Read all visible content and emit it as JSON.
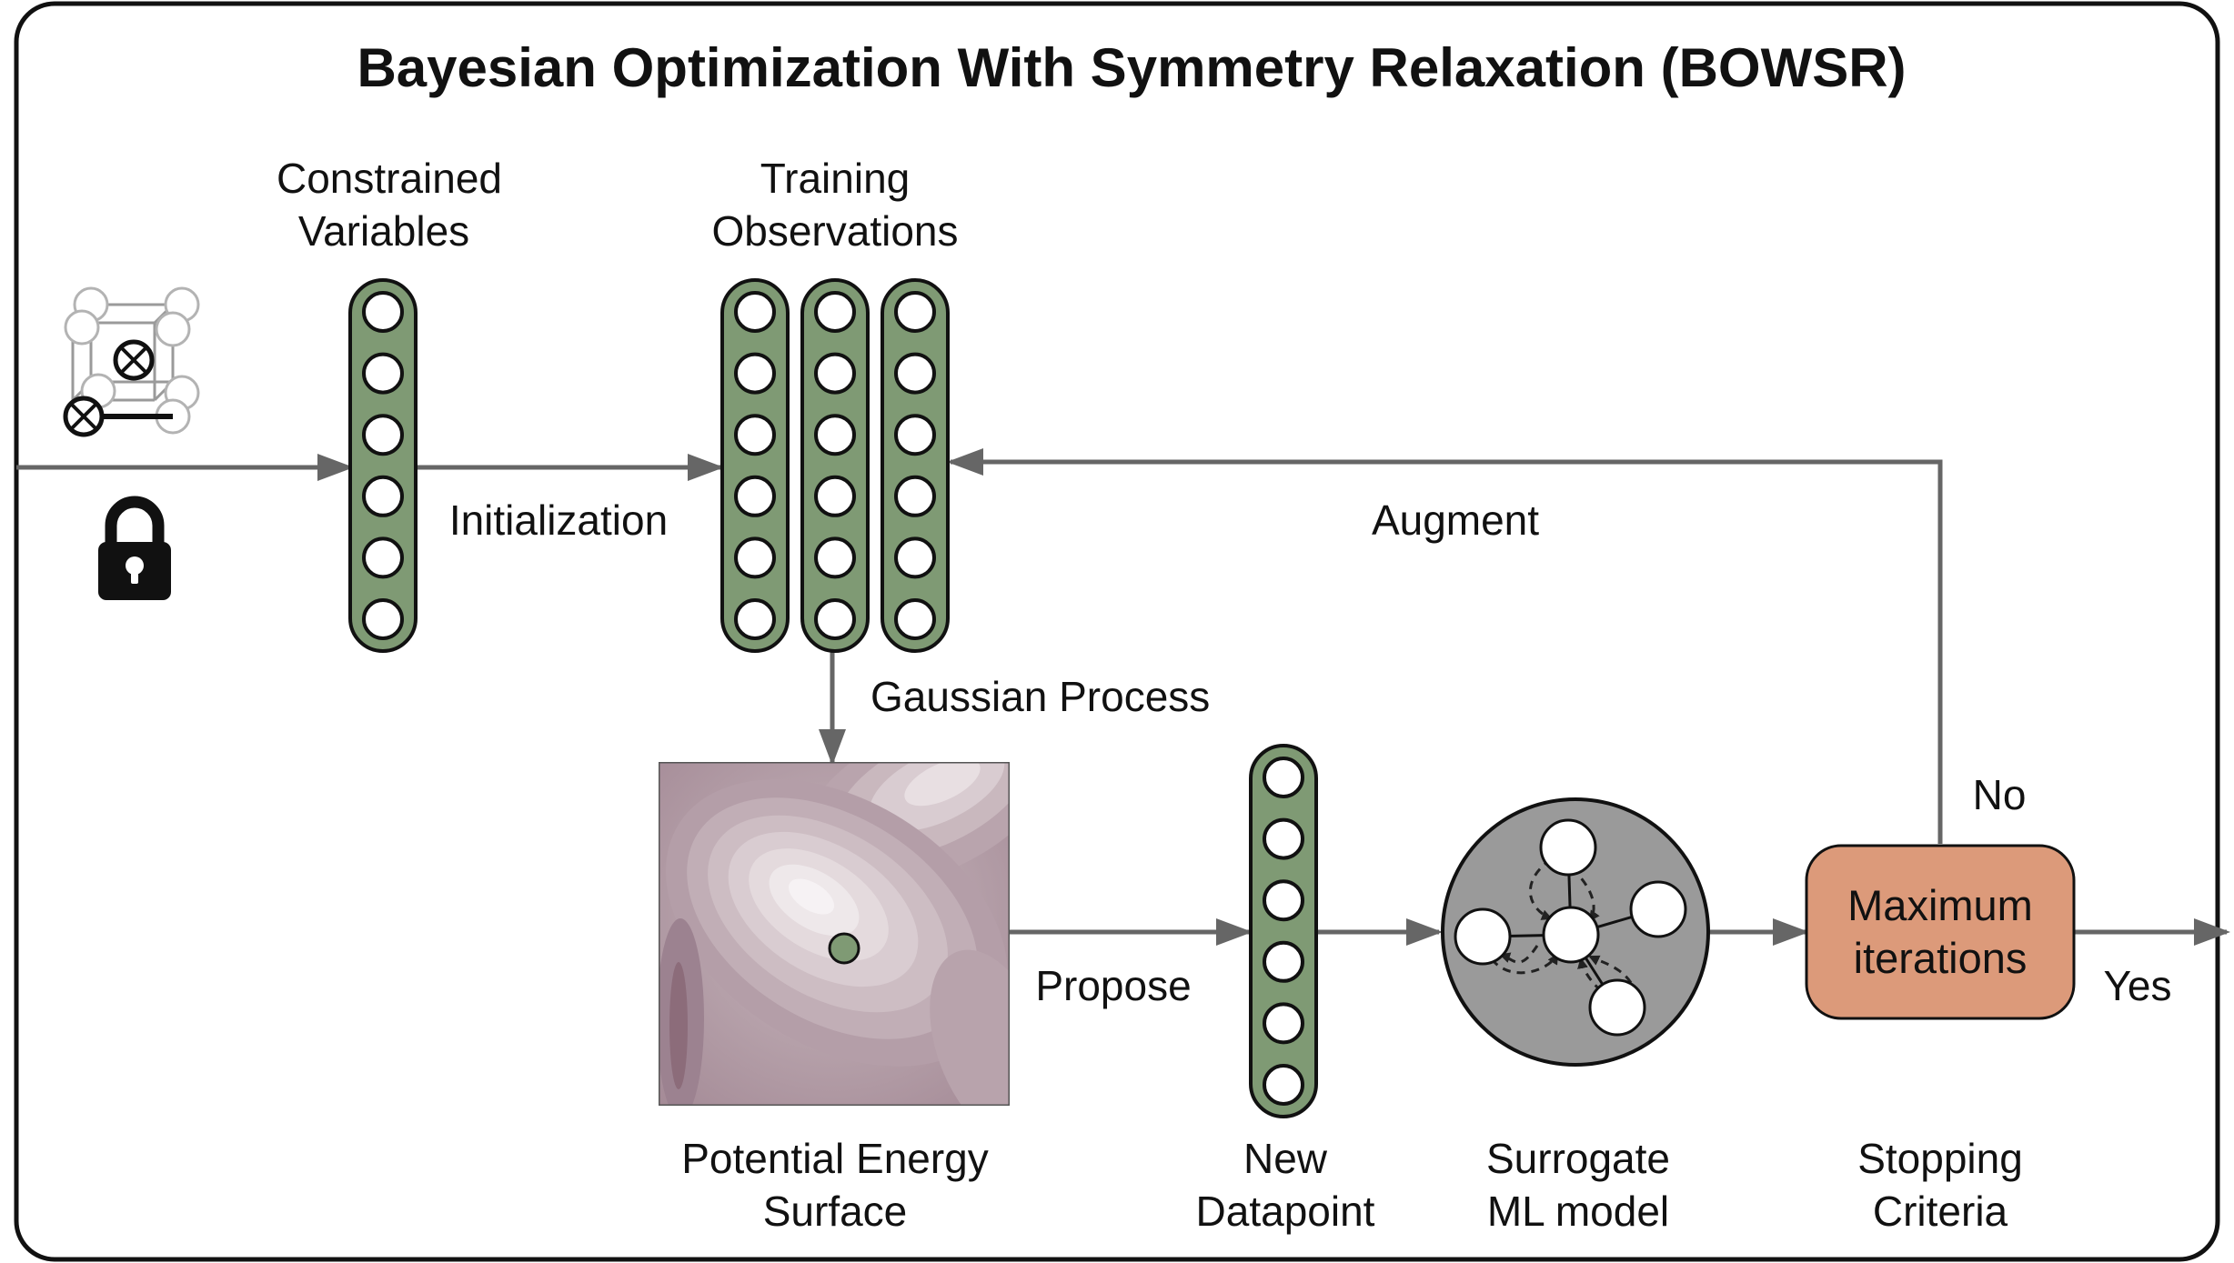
{
  "title": "Bayesian Optimization With Symmetry Relaxation (BOWSR)",
  "labels": {
    "constrained_line1": "Constrained",
    "constrained_line2": "Variables",
    "training_line1": "Training",
    "training_line2": "Observations",
    "initialization": "Initialization",
    "augment": "Augment",
    "gaussian_process": "Gaussian Process",
    "propose": "Propose",
    "no": "No",
    "yes": "Yes",
    "pes_line1": "Potential Energy",
    "pes_line2": "Surface",
    "new_line1": "New",
    "new_line2": "Datapoint",
    "surrogate_line1": "Surrogate",
    "surrogate_line2": "ML model",
    "stopping_line1": "Stopping",
    "stopping_line2": "Criteria",
    "decision_line1": "Maximum",
    "decision_line2": "iterations"
  },
  "colors": {
    "node_column_fill": "#7f9a74",
    "arrow": "#666666",
    "decision_fill": "#dc9a7a",
    "surrogate_fill": "#9a9a9a",
    "pes_contour_dark": "#8c6c7a",
    "pes_contour_light": "#f2eef0"
  },
  "icons": {
    "lock": "lock-icon",
    "crystal": "crystal-structure-icon"
  }
}
